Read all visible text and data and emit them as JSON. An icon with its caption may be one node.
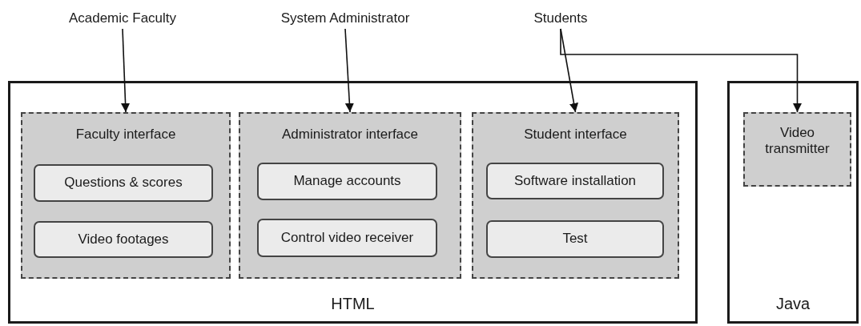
{
  "diagram": {
    "nodes": [
      {
        "text": [
          "Academic Faculty"
        ]
      },
      {
        "text": [
          "System Administrator"
        ]
      },
      {
        "text": [
          "Students"
        ]
      },
      {
        "text": [
          "HTML"
        ]
      },
      {
        "text": [
          "Faculty interface"
        ],
        "in": 3
      },
      {
        "text": [
          "Questions & scores"
        ],
        "in": 4
      },
      {
        "text": [
          "Video footages"
        ],
        "in": 4
      },
      {
        "text": [
          "Administrator interface"
        ],
        "in": 3
      },
      {
        "text": [
          "Manage accounts"
        ],
        "in": 7
      },
      {
        "text": [
          "Control video receiver"
        ],
        "in": 7
      },
      {
        "text": [
          "Student interface"
        ],
        "in": 3
      },
      {
        "text": [
          "Software installation"
        ],
        "in": 10
      },
      {
        "text": [
          "Test"
        ],
        "in": 10
      },
      {
        "text": [
          "Java"
        ]
      },
      {
        "text": [
          "Video transmitter"
        ],
        "in": 13
      }
    ],
    "edges": [
      {
        "from": 0,
        "to": 4,
        "arrow": "to"
      },
      {
        "from": 1,
        "to": 7,
        "arrow": "to"
      },
      {
        "from": 2,
        "to": 10,
        "arrow": "to"
      },
      {
        "from": 2,
        "to": 14,
        "arrow": "to"
      }
    ]
  }
}
